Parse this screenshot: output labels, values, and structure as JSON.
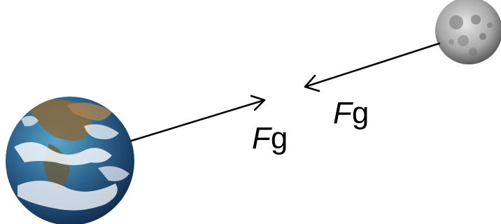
{
  "labels": {
    "earth_force": {
      "symbol": "F",
      "subscript": "g"
    },
    "moon_force": {
      "symbol": "F",
      "subscript": "g"
    }
  },
  "colors": {
    "arrow": "#000000",
    "ocean_light": "#5aa6c9",
    "ocean_dark": "#0f2a4d",
    "land": "#8a6a3c",
    "cloud": "#f4f8fb",
    "moon_light": "#d9d9d9",
    "moon_dark": "#4a4a4a"
  }
}
